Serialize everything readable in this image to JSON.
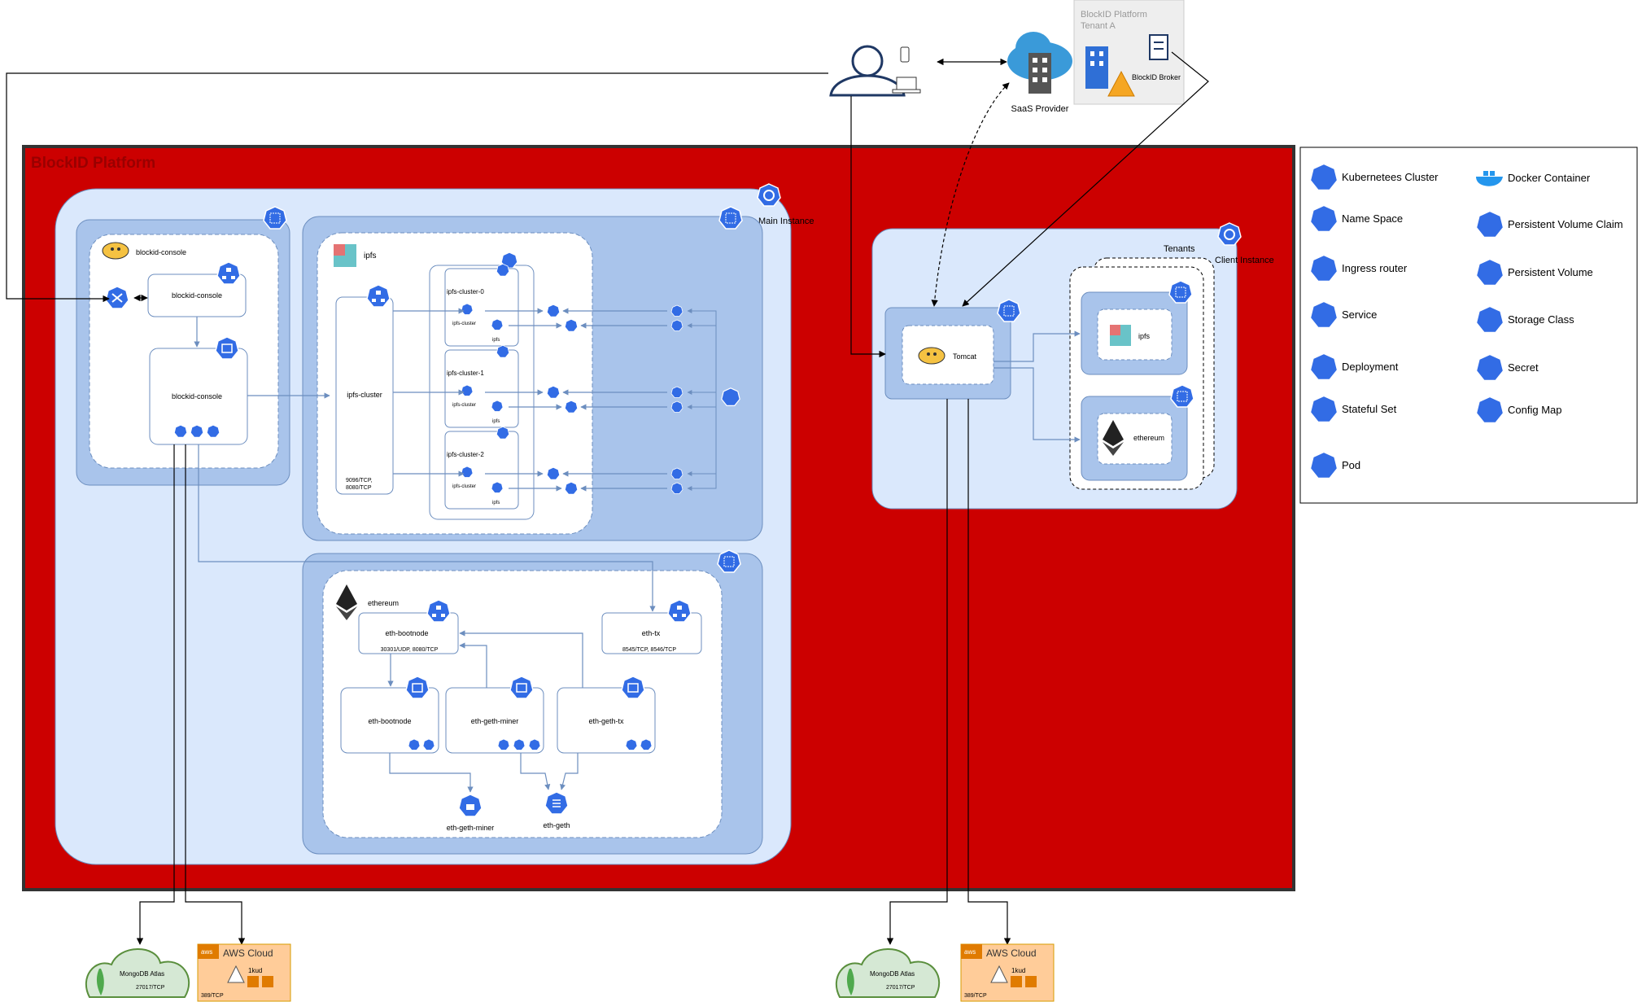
{
  "platform": {
    "title": "BlockID Platform",
    "main_instance": "Main Instance",
    "client_instance": "Client Instance",
    "tenants": "Tenants"
  },
  "user": {
    "saas_provider": "SaaS Provider"
  },
  "tenant_box": {
    "line1": "BlockID Platform",
    "line2": "Tenant A",
    "broker": "BlockID Broker"
  },
  "console": {
    "app": "blockid-console",
    "service": "blockid-console",
    "deployment": "blockid-console"
  },
  "ipfs": {
    "app": "ipfs",
    "service": "ipfs-cluster",
    "ports": [
      "9096/TCP,",
      "8080/TCP"
    ],
    "pods": [
      "ipfs-cluster-0",
      "ipfs-cluster-1",
      "ipfs-cluster-2"
    ],
    "container_label": "ipfs-cluster",
    "container2_label": "ipfs"
  },
  "ethereum": {
    "app": "ethereum",
    "bootnode_svc": "eth-bootnode",
    "bootnode_ports": "30301/UDP, 8080/TCP",
    "tx_svc": "eth-tx",
    "tx_ports": "8545/TCP, 8546/TCP",
    "dep_bootnode": "eth-bootnode",
    "dep_miner": "eth-geth-miner",
    "dep_tx": "eth-geth-tx",
    "secret": "eth-geth-miner",
    "configmap": "eth-geth"
  },
  "client": {
    "tomcat": "Tomcat",
    "ipfs": "ipfs",
    "ethereum": "ethereum"
  },
  "external": {
    "mongo": "MongoDB Atlas",
    "mongo_port": "27017/TCP",
    "aws": "AWS Cloud",
    "aws_badge": "aws",
    "aws_node": "1kud",
    "aws_port": "389/TCP"
  },
  "legend": [
    {
      "icon": "k8s-cluster",
      "label": "Kubernetees Cluster"
    },
    {
      "icon": "namespace",
      "label": "Name Space"
    },
    {
      "icon": "ingress",
      "label": "Ingress router"
    },
    {
      "icon": "service",
      "label": "Service"
    },
    {
      "icon": "deployment",
      "label": "Deployment"
    },
    {
      "icon": "statefulset",
      "label": "Stateful Set"
    },
    {
      "icon": "pod",
      "label": "Pod"
    },
    {
      "icon": "docker",
      "label": "Docker Container"
    },
    {
      "icon": "pvc",
      "label": "Persistent Volume Claim"
    },
    {
      "icon": "pv",
      "label": "Persistent Volume"
    },
    {
      "icon": "storageclass",
      "label": "Storage Class"
    },
    {
      "icon": "secret",
      "label": "Secret"
    },
    {
      "icon": "configmap",
      "label": "Config Map"
    }
  ],
  "colors": {
    "platform_red": "#cc0000",
    "k8s_blue": "#326ce5",
    "light_blue": "#dae8fc",
    "mid_blue": "#a9c4eb"
  }
}
